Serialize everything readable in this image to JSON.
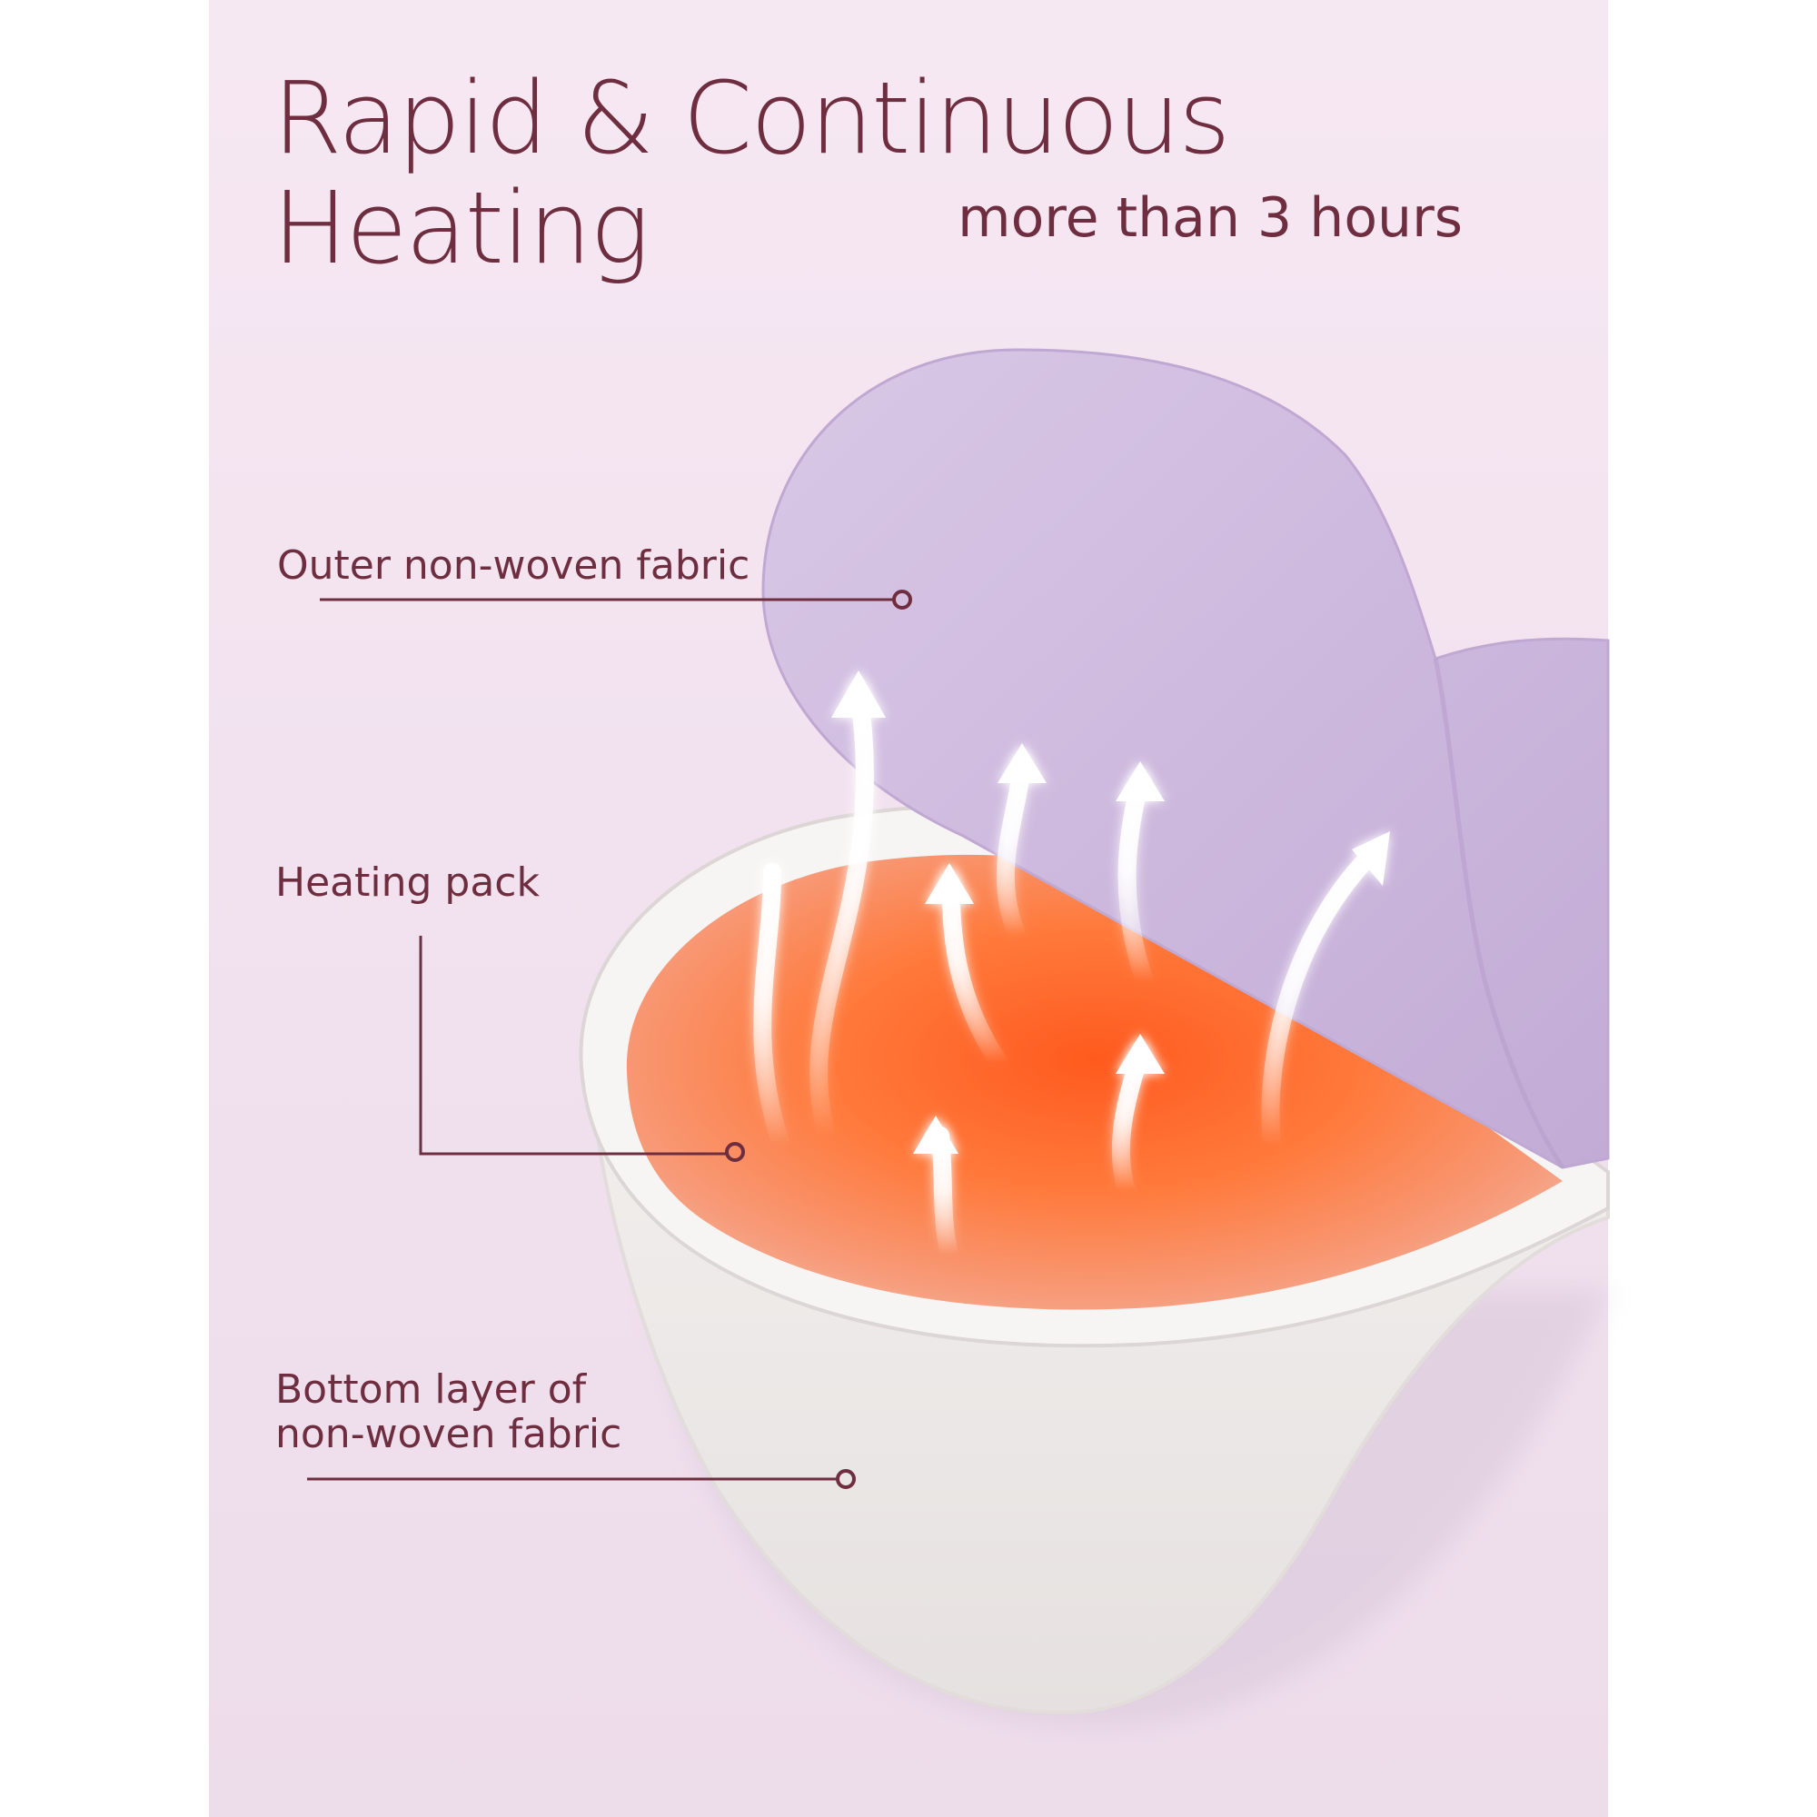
{
  "heading": {
    "title": "Rapid & Continuous Heating",
    "subtitle": "more than 3 hours"
  },
  "labels": {
    "outer": "Outer non-woven fabric",
    "heating_pack": "Heating pack",
    "bottom": "Bottom layer of non-woven fabric"
  },
  "colors": {
    "text": "#6e2e3f",
    "background": "#f3e4f0",
    "outer_fabric": "#cdb9dc",
    "heating_pack": "#f06a3a",
    "bottom_fabric": "#f1efee",
    "callout_line": "#6e2e3f"
  }
}
